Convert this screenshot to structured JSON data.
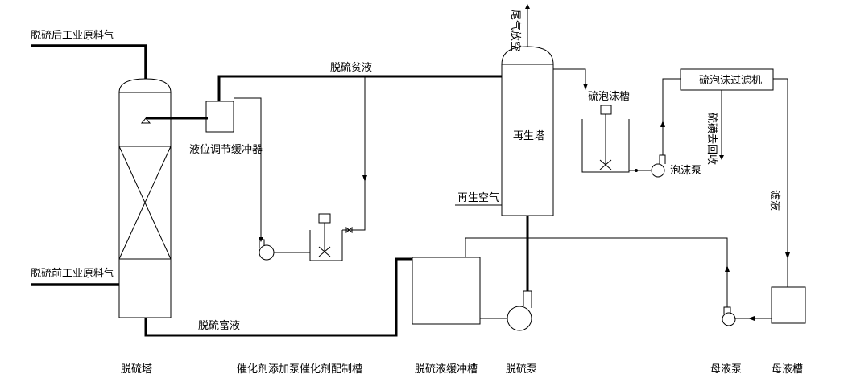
{
  "labels": {
    "gas_out": "脱硫后工业原料气",
    "gas_in": "脱硫前工业原料气",
    "lean_liquid": "脱硫贫液",
    "rich_liquid": "脱硫富液",
    "buffer_regulator": "液位调节缓冲器",
    "regen_tower": "再生塔",
    "regen_air": "再生空气",
    "vent": "尾气放空",
    "foam_tank": "硫泡沫槽",
    "foam_pump": "泡沫泵",
    "filter": "硫泡沫过滤机",
    "sulfur_recovery": "硫磺去回收",
    "filtrate": "滤液"
  },
  "bottom_labels": {
    "desulf_tower": "脱硫塔",
    "catalyst_pump": "催化剂添加泵",
    "catalyst_tank": "催化剂配制槽",
    "liquid_buffer_tank": "脱硫液缓冲槽",
    "desulf_pump": "脱硫泵",
    "mother_pump": "母液泵",
    "mother_tank": "母液槽"
  }
}
